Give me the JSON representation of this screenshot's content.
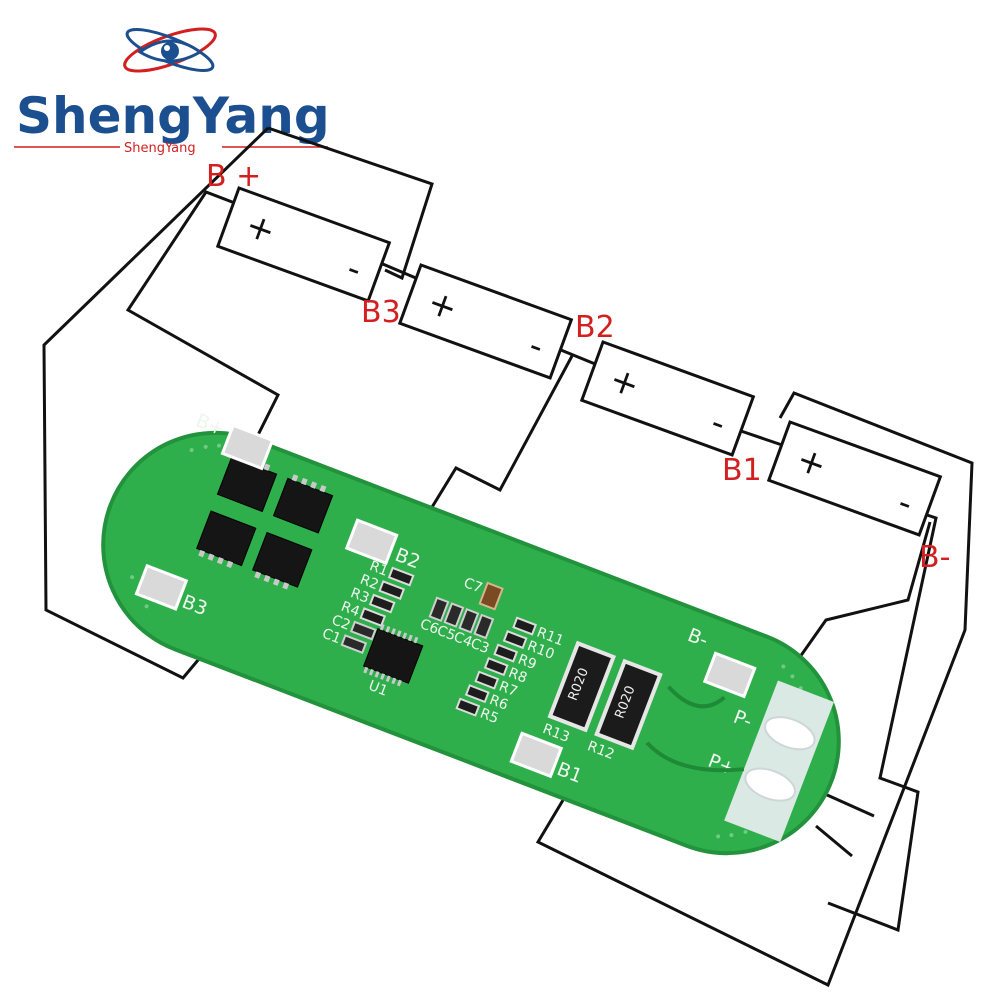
{
  "brand": {
    "name": "ShengYang",
    "subname": "ShengYang",
    "color": "#1b4f8f",
    "accent": "#d21f1f"
  },
  "cells": [
    {
      "plus": "+",
      "minus": "-"
    },
    {
      "plus": "+",
      "minus": "-"
    },
    {
      "plus": "+",
      "minus": "-"
    },
    {
      "plus": "+",
      "minus": "-"
    }
  ],
  "labels": {
    "b_plus": "B +",
    "b3": "B3",
    "b2": "B2",
    "b1": "B1",
    "b_minus": "B-"
  },
  "board": {
    "pads": {
      "b_plus": "B+",
      "b2": "B2",
      "b3": "B3",
      "b1": "B1",
      "b_minus": "B-",
      "p_minus": "P-",
      "p_plus": "P+"
    },
    "components": {
      "r1": "R1",
      "r2": "R2",
      "r3": "R3",
      "r4": "R4",
      "c2": "C2",
      "c1": "C1",
      "c7": "C7",
      "c6": "C6",
      "c5": "C5",
      "c4": "C4",
      "c3": "C3",
      "r11": "R11",
      "r10": "R10",
      "r9": "R9",
      "r8": "R8",
      "r7": "R7",
      "r6": "R6",
      "r5": "R5",
      "r13": "R13",
      "r12": "R12",
      "u1": "U1",
      "shunt1": "R020",
      "shunt2": "R020"
    },
    "colors": {
      "pcb": "#2fae4c",
      "pcb_edge": "#23923c"
    }
  }
}
